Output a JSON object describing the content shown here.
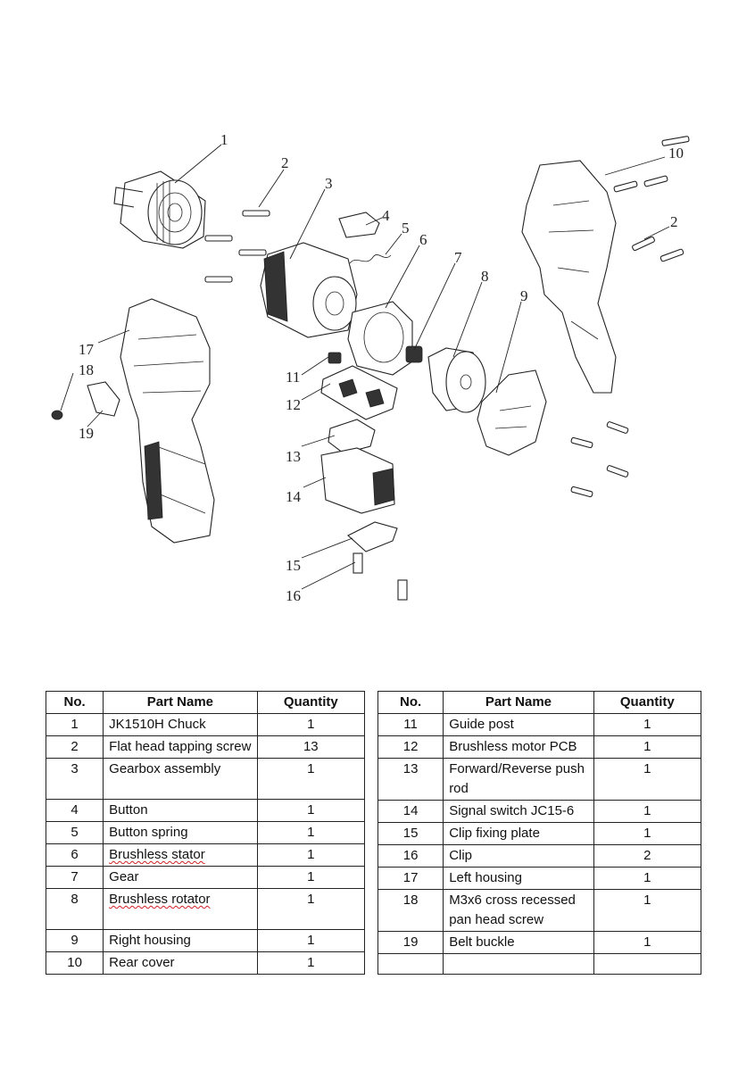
{
  "diagram": {
    "callouts": [
      "1",
      "2",
      "3",
      "4",
      "5",
      "6",
      "7",
      "8",
      "9",
      "10",
      "2",
      "11",
      "12",
      "13",
      "14",
      "15",
      "16",
      "17",
      "18",
      "19"
    ]
  },
  "table": {
    "headers": {
      "no": "No.",
      "part_name": "Part Name",
      "quantity": "Quantity"
    },
    "left": [
      {
        "no": "1",
        "name": "JK1510H Chuck",
        "qty": "1"
      },
      {
        "no": "2",
        "name": "Flat head tapping screw",
        "qty": "13"
      },
      {
        "no": "3",
        "name": "Gearbox assembly",
        "qty": "1"
      },
      {
        "no": "4",
        "name": "Button",
        "qty": "1"
      },
      {
        "no": "5",
        "name": "Button spring",
        "qty": "1"
      },
      {
        "no": "6",
        "name": "Brushless stator",
        "qty": "1"
      },
      {
        "no": "7",
        "name": "Gear",
        "qty": "1"
      },
      {
        "no": "8",
        "name": "Brushless rotator",
        "qty": "1"
      },
      {
        "no": "9",
        "name": "Right housing",
        "qty": "1"
      },
      {
        "no": "10",
        "name": "Rear cover",
        "qty": "1"
      }
    ],
    "right": [
      {
        "no": "11",
        "name": "Guide post",
        "qty": "1"
      },
      {
        "no": "12",
        "name": "Brushless motor PCB",
        "qty": "1"
      },
      {
        "no": "13",
        "name": "Forward/Reverse push rod",
        "qty": "1"
      },
      {
        "no": "14",
        "name": "Signal switch JC15-6",
        "qty": "1"
      },
      {
        "no": "15",
        "name": "Clip fixing plate",
        "qty": "1"
      },
      {
        "no": "16",
        "name": "Clip",
        "qty": "2"
      },
      {
        "no": "17",
        "name": "Left housing",
        "qty": "1"
      },
      {
        "no": "18",
        "name": "M3x6 cross recessed pan head screw",
        "qty": "1"
      },
      {
        "no": "19",
        "name": "Belt buckle",
        "qty": "1"
      },
      {
        "no": "",
        "name": "",
        "qty": ""
      }
    ]
  }
}
